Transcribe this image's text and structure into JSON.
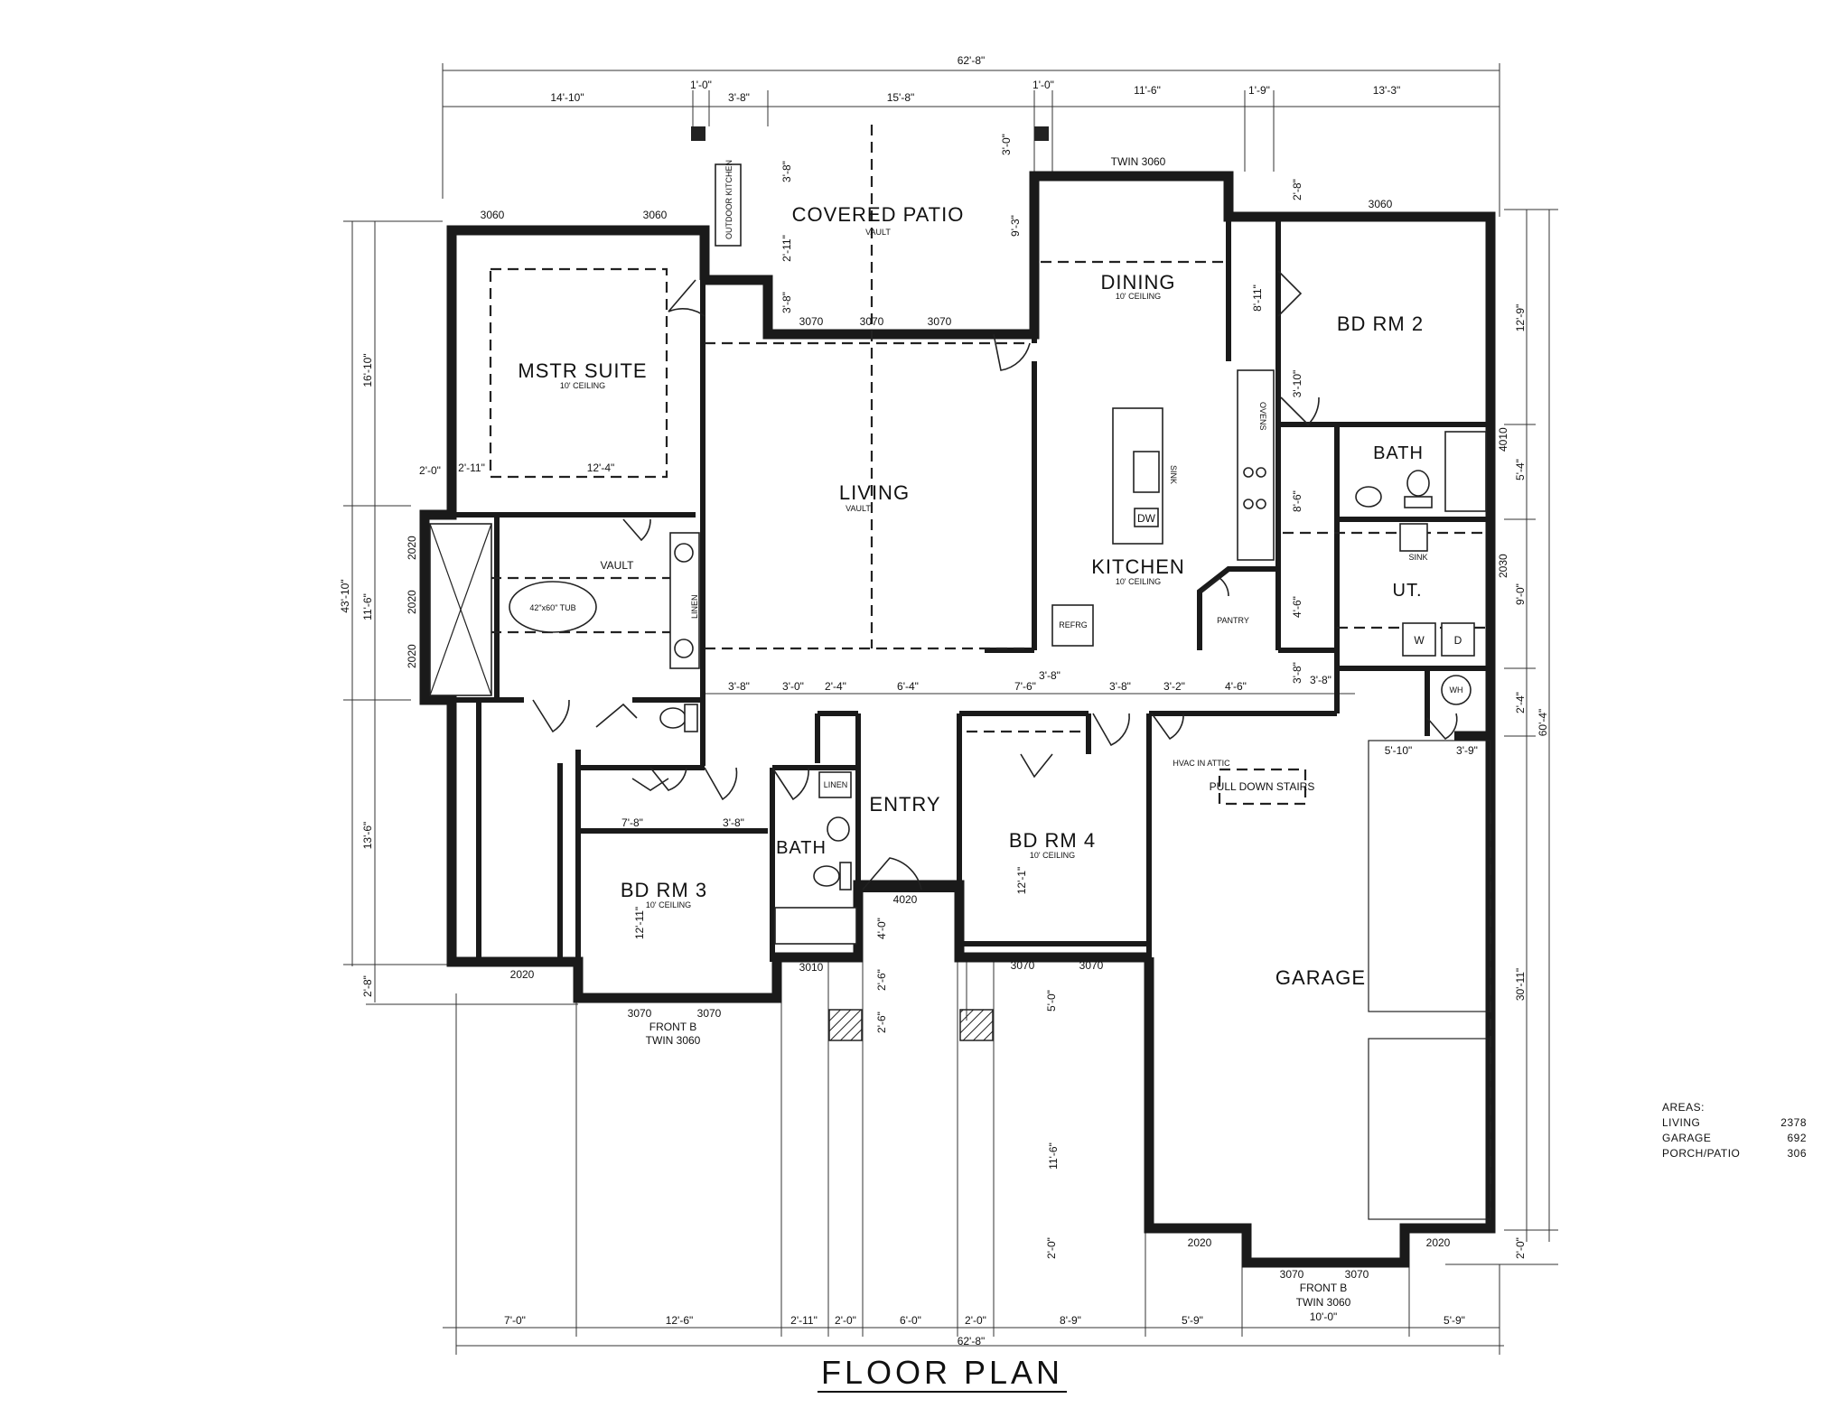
{
  "title": "FLOOR PLAN",
  "rooms": {
    "covered_patio": {
      "name": "COVERED PATIO",
      "ceiling": "VAULT"
    },
    "master_suite": {
      "name": "MSTR SUITE",
      "ceiling": "10' CEILING"
    },
    "living": {
      "name": "LIVING",
      "ceiling": "VAULT"
    },
    "dining": {
      "name": "DINING",
      "ceiling": "10' CEILING"
    },
    "kitchen": {
      "name": "KITCHEN",
      "ceiling": "10' CEILING"
    },
    "bedroom2": {
      "name": "BD RM 2"
    },
    "bath2": {
      "name": "BATH"
    },
    "utility": {
      "name": "UT."
    },
    "master_bath": {
      "ceiling": "VAULT"
    },
    "bedroom3": {
      "name": "BD RM 3",
      "ceiling": "10' CEILING"
    },
    "bath3": {
      "name": "BATH"
    },
    "entry": {
      "name": "ENTRY"
    },
    "bedroom4": {
      "name": "BD RM 4",
      "ceiling": "10' CEILING"
    },
    "garage": {
      "name": "GARAGE"
    }
  },
  "fixtures": {
    "outdoor_kitchen": "OUTDOOR KITCHEN",
    "tub": "42\"x60\" TUB",
    "linen_master": "LINEN",
    "linen_hall": "LINEN",
    "ovens": "OVENS",
    "sink": "SINK",
    "dw": "DW",
    "refrig": "REFRG",
    "pantry": "PANTRY",
    "washer": "W",
    "dryer": "D",
    "wh": "WH",
    "hvac": "HVAC IN ATTIC",
    "pull_down": "PULL DOWN STAIRS",
    "utility_sink": "SINK"
  },
  "windows": {
    "ms_1": "3060",
    "ms_2": "3060",
    "patio_1": "3070",
    "patio_2": "3070",
    "patio_3": "3070",
    "dining_twin": "TWIN 3060",
    "bd2": "3060",
    "bath2_side": "4010",
    "ut_side": "2030",
    "mb_side_1": "2020",
    "mb_side_2": "2020",
    "mb_side_3": "2020",
    "closet_front": "2020",
    "bd3_1": "3070",
    "bd3_2": "3070",
    "bd3_front": "FRONT B",
    "bd3_twin": "TWIN 3060",
    "bath3": "3010",
    "entry": "4020",
    "bd4_1": "3070",
    "bd4_2": "3070",
    "garage_l": "2020",
    "garage_r": "2020",
    "garage_1": "3070",
    "garage_2": "3070",
    "garage_front": "FRONT B",
    "garage_twin": "TWIN 3060"
  },
  "dimensions": {
    "overall_top": "62'-8\"",
    "overall_bottom": "62'-8\"",
    "top": [
      "14'-10\"",
      "1'-0\"",
      "3'-8\"",
      "15'-8\"",
      "1'-0\"",
      "11'-6\"",
      "1'-9\"",
      "13'-3\""
    ],
    "bottom": [
      "7'-0\"",
      "12'-6\"",
      "2'-11\"",
      "2'-0\"",
      "6'-0\"",
      "2'-0\"",
      "8'-9\"",
      "5'-9\"",
      "10'-0\"",
      "5'-9\""
    ],
    "left_overall": "43'-10\"",
    "left": [
      "16'-10\"",
      "11'-6\"",
      "13'-6\"",
      "2'-8\""
    ],
    "right_overall": "60'-4\"",
    "right": [
      "12'-9\"",
      "5'-4\"",
      "9'-0\"",
      "2'-4\"",
      "30'-11\"",
      "2'-0\""
    ],
    "interior_mid": [
      "3'-8\"",
      "3'-0\"",
      "2'-4\"",
      "6'-4\"",
      "7'-6\"",
      "3'-8\"",
      "3'-8\"",
      "3'-2\"",
      "4'-6\"",
      "3'-8\""
    ],
    "ms_width": "12'-4\"",
    "ms_left": "2'-0\"",
    "ms_left2": "2'-11\"",
    "garage_depth": "11'-6\"",
    "garage_w1": "5'-10\"",
    "garage_w2": "3'-9\"",
    "bd3_w1": "7'-8\"",
    "bd3_w2": "3'-8\"",
    "bd3_depth": "12'-11\"",
    "bd4_depth": "12'-1\"",
    "bd2_depth": "8'-11\"",
    "patio_depth": "9'-3\"",
    "patio_h1": "3'-8\"",
    "patio_h2": "2'-11\"",
    "patio_h3": "3'-8\"",
    "patio_top": "3'-0\"",
    "dining_h": "2'-8\"",
    "kitchen_h1": "3'-10\"",
    "kitchen_h2": "8'-6\"",
    "kitchen_h3": "4'-6\"",
    "kitchen_h4": "3'-8\"",
    "entry_h1": "4'-0\"",
    "entry_h2": "2'-6\"",
    "entry_h3": "2'-6\"",
    "front_h1": "5'-0\"",
    "front_h2": "2'-0\""
  },
  "areas": {
    "heading": "AREAS:",
    "items": [
      {
        "label": "LIVING",
        "value": "2378"
      },
      {
        "label": "GARAGE",
        "value": "692"
      },
      {
        "label": "PORCH/PATIO",
        "value": "306"
      }
    ]
  }
}
